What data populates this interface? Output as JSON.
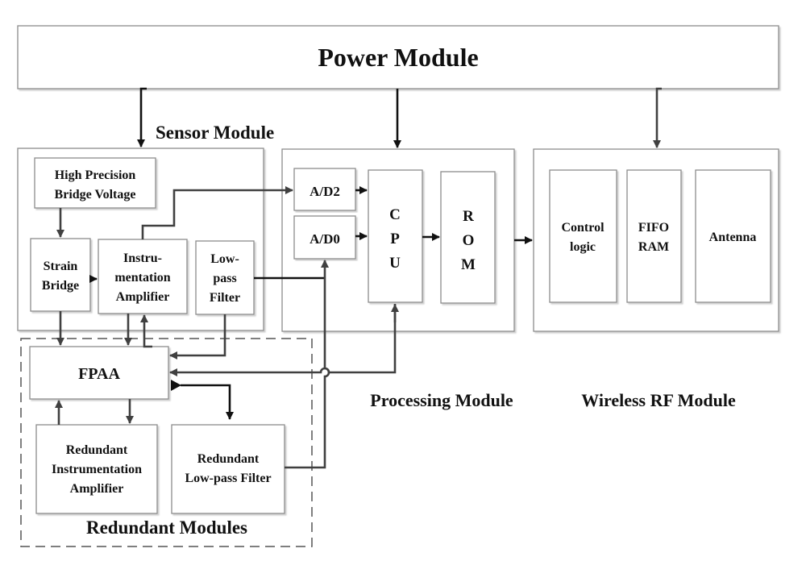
{
  "power_module": {
    "label": "Power Module"
  },
  "sensor_module": {
    "label": "Sensor Module",
    "blocks": {
      "bridge_voltage": [
        "High Precision",
        "Bridge Voltage"
      ],
      "strain_bridge": [
        "Strain",
        "Bridge"
      ],
      "instrumentation_amplifier": [
        "Instru-",
        "mentation",
        "Amplifier"
      ],
      "low_pass_filter": [
        "Low-",
        "pass",
        "Filter"
      ]
    }
  },
  "processing_module": {
    "label": "Processing Module",
    "blocks": {
      "ad2": "A/D2",
      "ad0": "A/D0",
      "cpu": [
        "C",
        "P",
        "U"
      ],
      "rom": [
        "R",
        "O",
        "M"
      ]
    }
  },
  "wireless_module": {
    "label": "Wireless RF Module",
    "blocks": {
      "control_logic": [
        "Control",
        "logic"
      ],
      "fifo_ram": [
        "FIFO",
        "RAM"
      ],
      "antenna": "Antenna"
    }
  },
  "redundant_modules": {
    "label": "Redundant Modules",
    "blocks": {
      "fpaa": "FPAA",
      "redundant_amplifier": [
        "Redundant",
        "Instrumentation",
        "Amplifier"
      ],
      "redundant_filter": [
        "Redundant",
        "Low-pass Filter"
      ]
    }
  }
}
